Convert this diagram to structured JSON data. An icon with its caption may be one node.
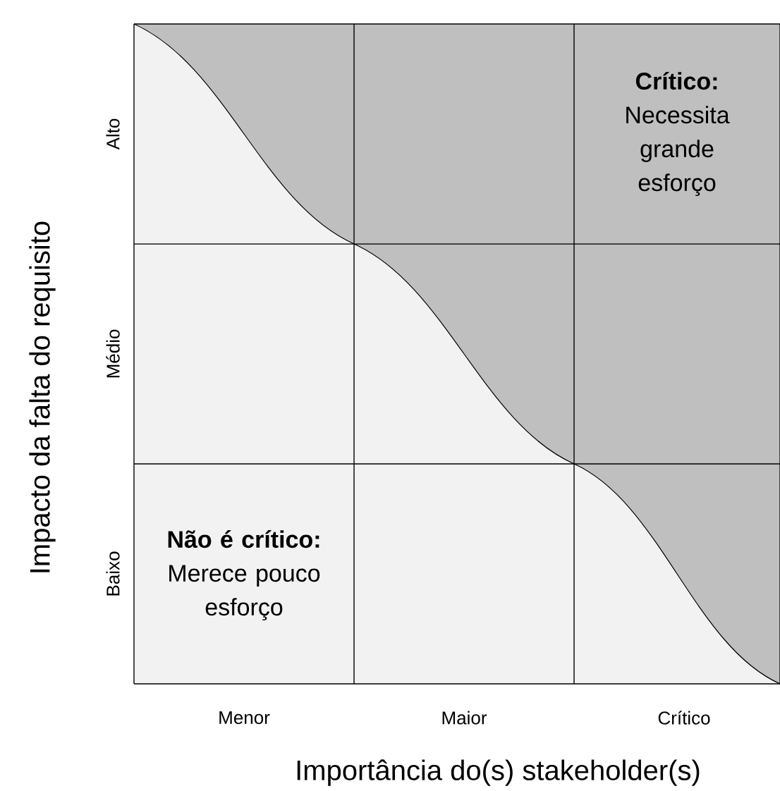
{
  "diagram": {
    "nodes": [
      {
        "text": [
          "Crítico:",
          "Necessita grande esforço"
        ]
      },
      {
        "text": [
          "Não é crítico:",
          "Merece pouco esforço"
        ]
      }
    ],
    "labels": [
      "Alto",
      "Médio",
      "Baixo",
      "Menor",
      "Maior",
      "Crítico",
      "Impacto da falta do requisito",
      "Importância do(s) stakeholder(s)"
    ]
  }
}
